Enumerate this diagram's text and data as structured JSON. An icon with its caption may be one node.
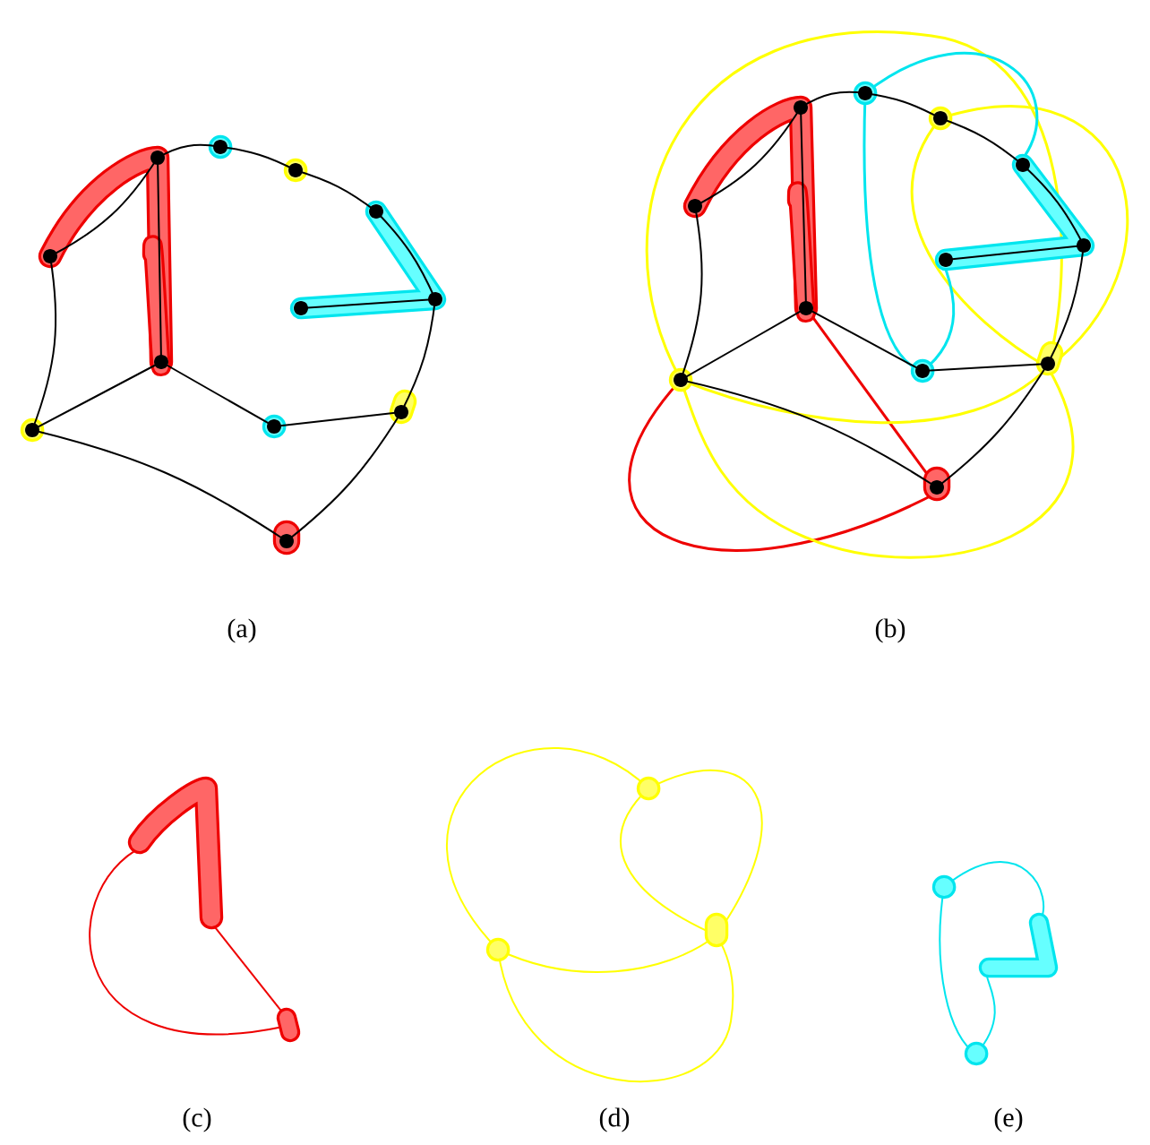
{
  "diagram": {
    "labels": [
      "(a)",
      "(b)",
      "(c)",
      "(d)",
      "(e)"
    ]
  }
}
